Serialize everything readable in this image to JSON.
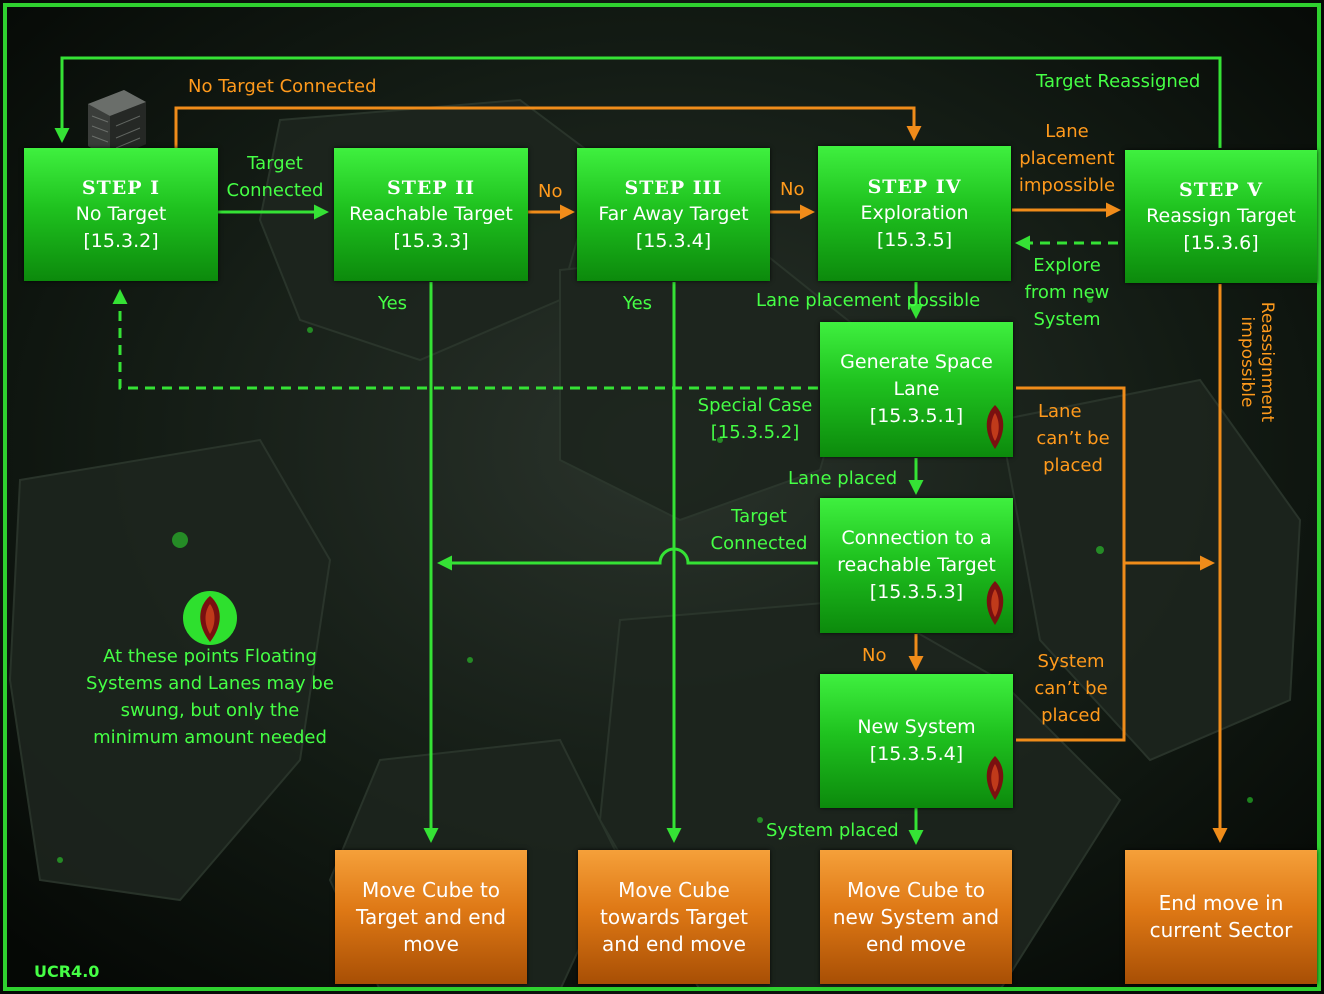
{
  "steps": {
    "s1": {
      "title": "STEP I",
      "name": "No Target",
      "ref": "[15.3.2]"
    },
    "s2": {
      "title": "STEP II",
      "name": "Reachable Target",
      "ref": "[15.3.3]"
    },
    "s3": {
      "title": "STEP III",
      "name": "Far Away Target",
      "ref": "[15.3.4]"
    },
    "s4": {
      "title": "STEP IV",
      "name": "Exploration",
      "ref": "[15.3.5]"
    },
    "s5": {
      "title": "STEP V",
      "name": "Reassign Target",
      "ref": "[15.3.6]"
    }
  },
  "subboxes": {
    "generate": {
      "line1": "Generate Space",
      "line2": "Lane",
      "ref": "[15.3.5.1]"
    },
    "connection": {
      "line1": "Connection to a",
      "line2": "reachable Target",
      "ref": "[15.3.5.3]"
    },
    "newsystem": {
      "line1": "New System",
      "ref": "[15.3.5.4]"
    }
  },
  "outcomes": {
    "o1": {
      "line1": "Move Cube to",
      "line2": "Target and end",
      "line3": "move"
    },
    "o2": {
      "line1": "Move Cube",
      "line2": "towards Target",
      "line3": "and end move"
    },
    "o3": {
      "line1": "Move Cube to",
      "line2": "new System and",
      "line3": "end move"
    },
    "o4": {
      "line1": "End move in",
      "line2": "current Sector"
    }
  },
  "labels": {
    "no_target_connected": "No Target Connected",
    "target_reassigned": "Target Reassigned",
    "target_connected_a": "Target",
    "target_connected_b": "Connected",
    "no1": "No",
    "no2": "No",
    "lane_imp_a": "Lane",
    "lane_imp_b": "placement",
    "lane_imp_c": "impossible",
    "explore_a": "Explore",
    "explore_b": "from new",
    "explore_c": "System",
    "yes1": "Yes",
    "yes2": "Yes",
    "lane_possible": "Lane placement  possible",
    "special_a": "Special Case",
    "special_b": "[15.3.5.2]",
    "lane_cant_a": "Lane",
    "lane_cant_b": "can’t be",
    "lane_cant_c": "placed",
    "lane_placed": "Lane placed",
    "tc2_a": "Target",
    "tc2_b": "Connected",
    "no3": "No",
    "sys_cant_a": "System",
    "sys_cant_b": "can’t be",
    "sys_cant_c": "placed",
    "system_placed": "System placed",
    "reassign_imp_a": "Reassignment",
    "reassign_imp_b": "impossible",
    "note_a": "At these points Floating",
    "note_b": "Systems and Lanes may be",
    "note_c": "swung, but only the",
    "note_d": "minimum amount needed",
    "version": "UCR4.0"
  },
  "colors": {
    "green": "#2ee02e",
    "orange": "#f08c1a",
    "frame": "#2fd12f"
  }
}
